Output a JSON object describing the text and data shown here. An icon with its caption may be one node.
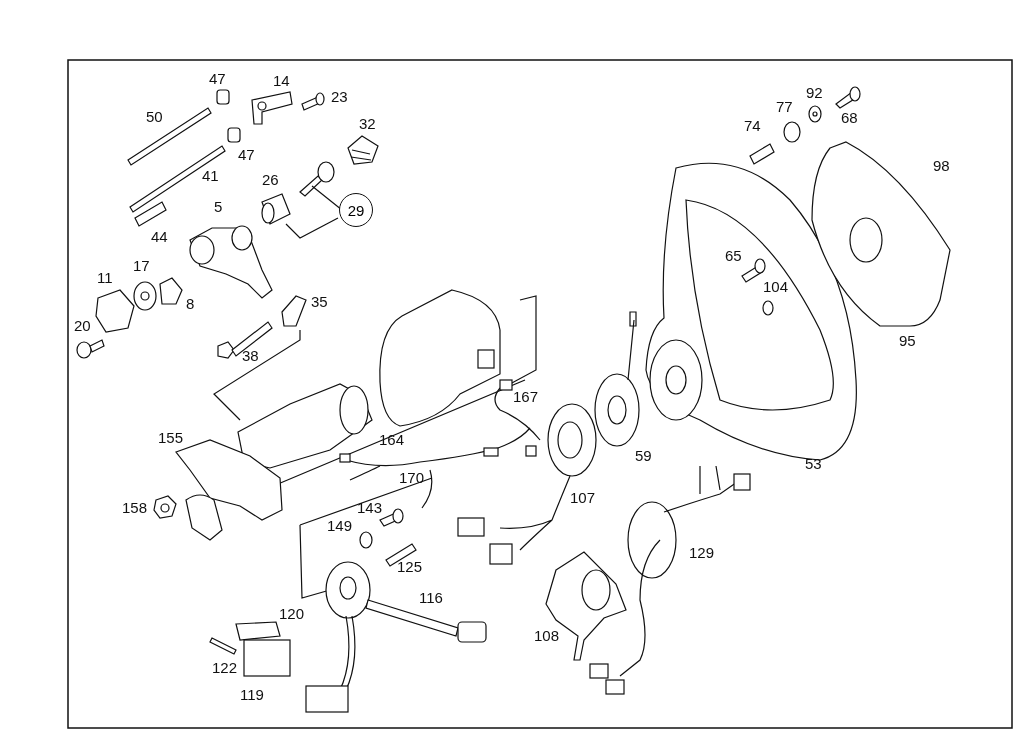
{
  "diagram": {
    "nodes": [
      {
        "text": [
          "29"
        ]
      }
    ],
    "labels": [
      "47",
      "14",
      "23",
      "50",
      "32",
      "47",
      "41",
      "26",
      "5",
      "44",
      "11",
      "17",
      "8",
      "35",
      "20",
      "74",
      "77",
      "92",
      "68",
      "98",
      "65",
      "104",
      "95",
      "38",
      "167",
      "164",
      "59",
      "53",
      "155",
      "170",
      "107",
      "158",
      "143",
      "149",
      "129",
      "125",
      "116",
      "120",
      "108",
      "122",
      "119"
    ]
  }
}
